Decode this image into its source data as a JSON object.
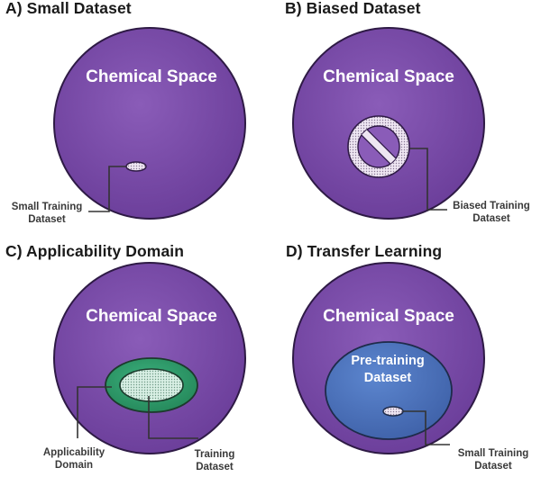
{
  "panels": {
    "a": {
      "title": "A) Small Dataset",
      "space_label": "Chemical Space",
      "label_line1": "Small Training",
      "label_line2": "Dataset"
    },
    "b": {
      "title": "B) Biased Dataset",
      "space_label": "Chemical Space",
      "label_line1": "Biased Training",
      "label_line2": "Dataset"
    },
    "c": {
      "title": "C) Applicability Domain",
      "space_label": "Chemical Space",
      "domain_line1": "Applicability",
      "domain_line2": "Domain",
      "train_line1": "Training",
      "train_line2": "Dataset"
    },
    "d": {
      "title": "D) Transfer Learning",
      "space_label": "Chemical Space",
      "pretrain_line1": "Pre-training",
      "pretrain_line2": "Dataset",
      "label_line1": "Small Training",
      "label_line2": "Dataset"
    }
  },
  "colors": {
    "chemical_space": "#7b4aa8",
    "applicability_domain": "#2e9a6a",
    "pretraining": "#4a6fb8",
    "dataset_fill": "#e4d8ec"
  }
}
